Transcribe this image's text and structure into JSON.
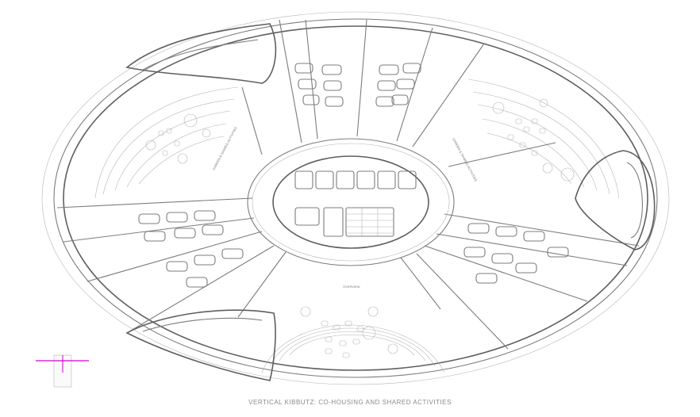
{
  "drawing": {
    "caption": "VERTICAL KIBBUTZ: CO-HOUSING AND SHARED ACTIVITIES",
    "zone_labels": [
      "GARDEN & SHARED ACTIVITIES",
      "GARDEN & SHARED ACTIVITIES",
      "OVERVIEW"
    ],
    "accent_color": "#d400d4",
    "line_color": "#7c7c7c"
  }
}
